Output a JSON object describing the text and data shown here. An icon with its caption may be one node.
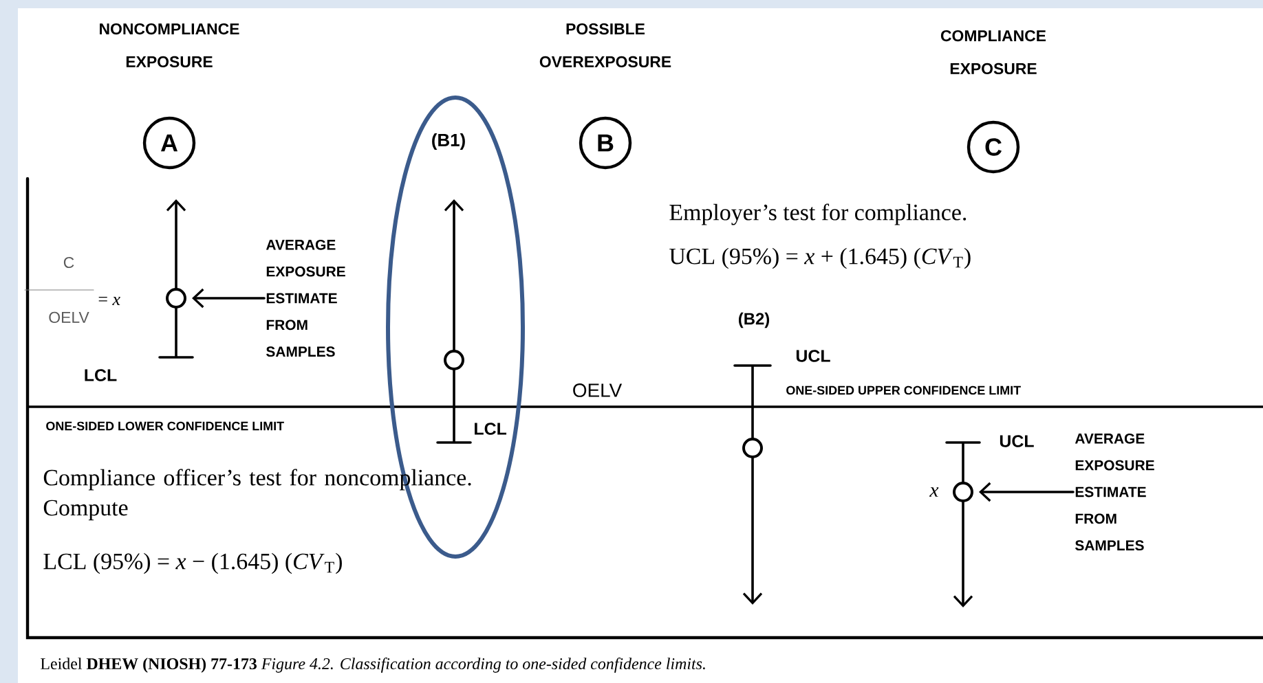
{
  "diagram": {
    "caption": "Leidel **DHEW (NIOSH) 77-173** *Figure 4.2. Classification according to one-sided confidence limits.*",
    "nodes": [
      {
        "text": [
          "NONCOMPLIANCE EXPOSURE",
          "A"
        ]
      },
      {
        "text": [
          "(B1)"
        ]
      },
      {
        "text": [
          "POSSIBLE OVEREXPOSURE",
          "B"
        ]
      },
      {
        "text": [
          "COMPLIANCE EXPOSURE",
          "C"
        ]
      },
      {
        "text": [
          "AVERAGE EXPOSURE ESTIMATE FROM SAMPLES"
        ]
      },
      {
        "text": [],
        "shape": "circle"
      },
      {
        "text": [],
        "shape": "circle",
        "in": 1
      },
      {
        "text": [],
        "shape": "circle"
      },
      {
        "text": [
          "AVERAGE EXPOSURE ESTIMATE FROM SAMPLES"
        ]
      },
      {
        "text": [],
        "shape": "circle",
        "beside": [
          "x"
        ]
      }
    ],
    "edges": [
      {
        "from": 4,
        "to": 5,
        "arrow": "to"
      },
      {
        "from": 8,
        "to": 9,
        "arrow": "to"
      }
    ],
    "labels": [
      "C",
      "OELV",
      "= *x*",
      "LCL",
      "Employer’s test for compliance.",
      "UCL (95%) = *x* + (1.645) (*CV*$_{T}$)",
      "(B2)",
      "UCL",
      "OELV",
      "ONE-SIDED UPPER CONFIDENCE LIMIT",
      "ONE-SIDED LOWER CONFIDENCE LIMIT",
      "LCL",
      "UCL",
      "Compliance officer’s test for noncompliance. Compute",
      "LCL (95%) = *x* − (1.645) (*CV*$_{T}$)"
    ]
  }
}
